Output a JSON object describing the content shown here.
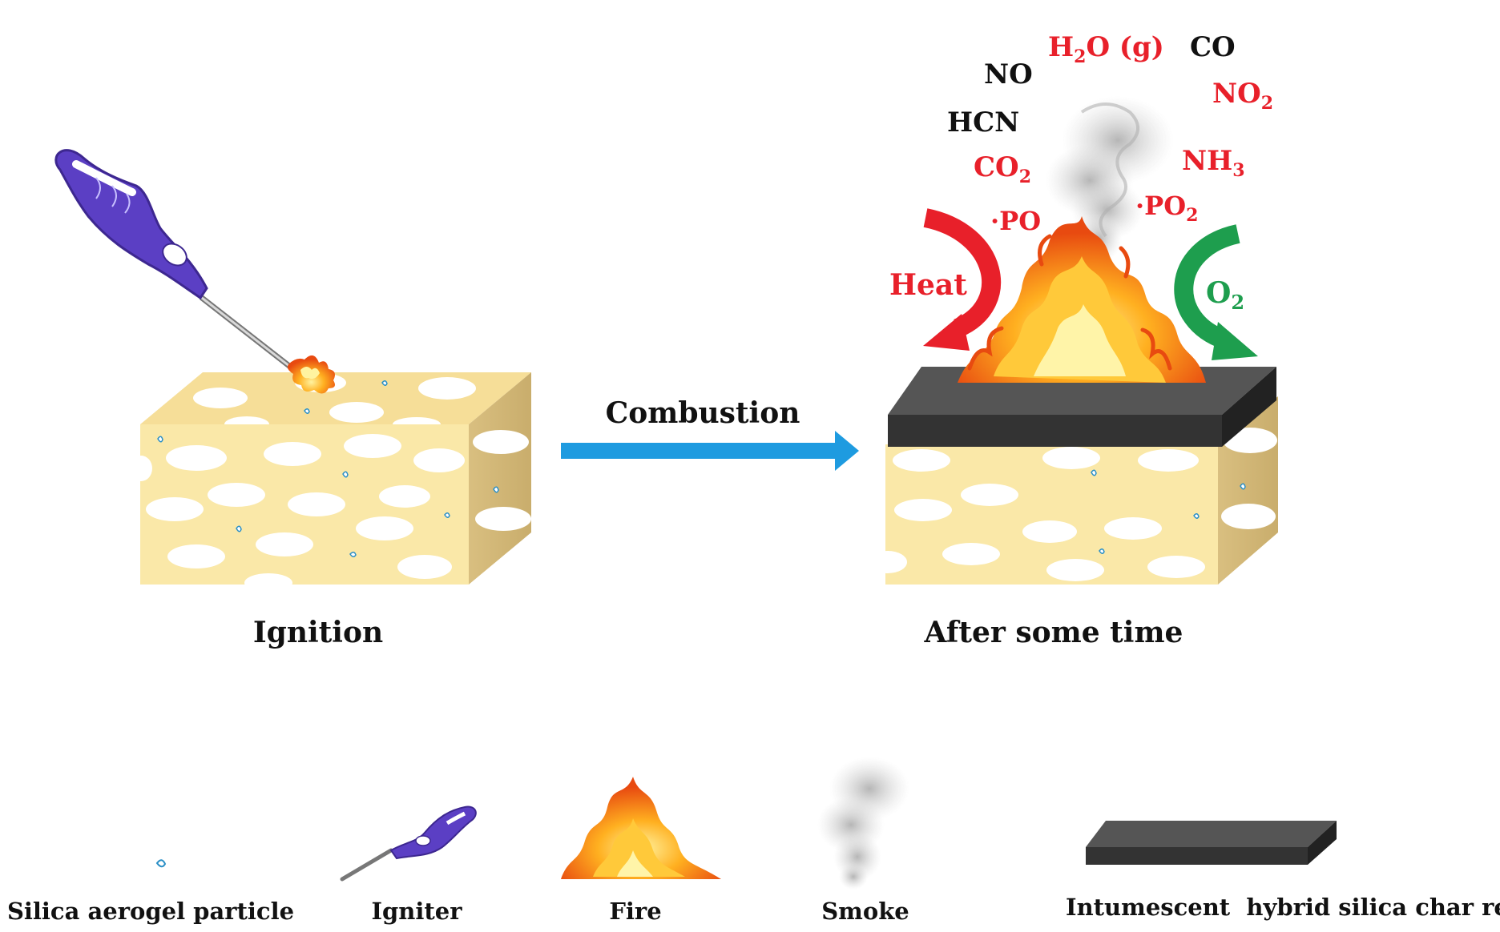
{
  "labels": {
    "ignition": "Ignition",
    "after_some_time": "After some time",
    "combustion": "Combustion",
    "heat": "Heat"
  },
  "gases": {
    "h2o": {
      "main": "H",
      "sub": "2",
      "rest": "O (g)"
    },
    "co": "CO",
    "no": "NO",
    "no2": {
      "main": "NO",
      "sub": "2"
    },
    "hcn": "HCN",
    "nh3": {
      "main": "NH",
      "sub": "3"
    },
    "co2": {
      "main": "CO",
      "sub": "2"
    },
    "po": "·PO",
    "po2": {
      "main": "·PO",
      "sub": "2"
    },
    "o2": {
      "main": "O",
      "sub": "2"
    }
  },
  "legend": {
    "particle": "Silica aerogel particle",
    "igniter": "Igniter",
    "fire": "Fire",
    "smoke": "Smoke",
    "char": "Intumescent  hybrid silica char residue"
  },
  "colors": {
    "foam": "#fae8a8",
    "foam_side": "#d9bf80",
    "char": "#3a3a3a",
    "arrow": "#1e9be0",
    "heat_red": "#e8202a",
    "oxygen_green": "#1e9e4e",
    "gas_red": "#e8202a",
    "igniter_purple": "#5b3fc4"
  }
}
